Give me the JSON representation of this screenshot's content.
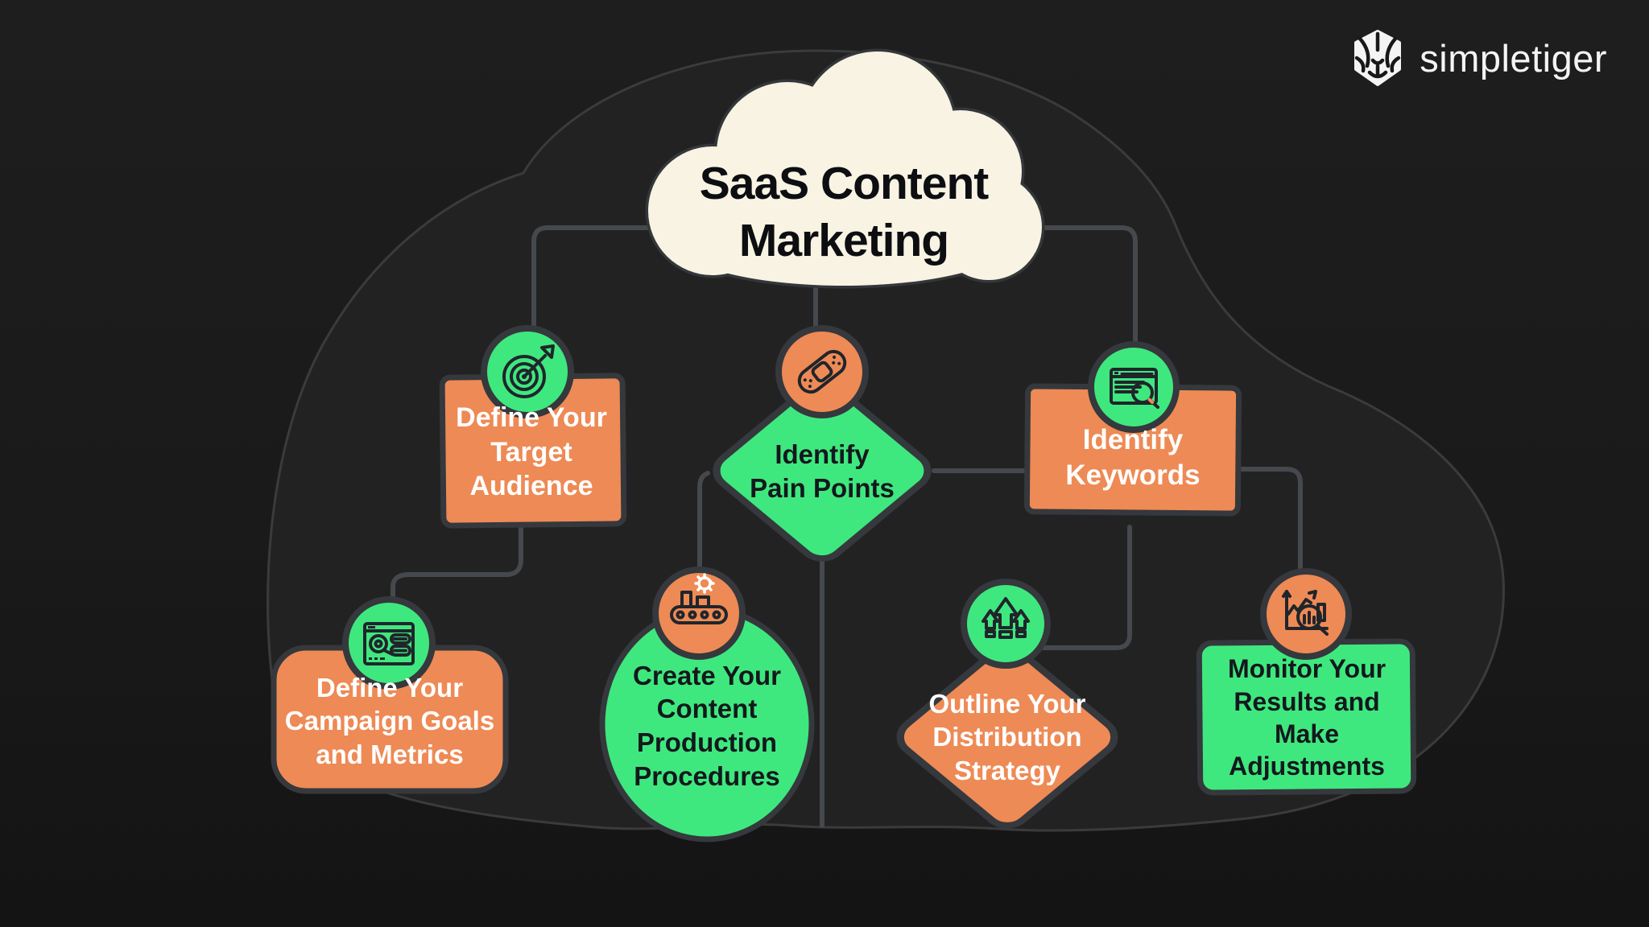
{
  "brand": {
    "name": "simpletiger",
    "logo_icon": "lion-icon"
  },
  "cloud": {
    "title": "SaaS Content\nMarketing"
  },
  "nodes": [
    {
      "id": "define-target-audience",
      "label": "Define Your\nTarget\nAudience",
      "shape": "square",
      "fill": "orange",
      "icon": "target-arrow-icon"
    },
    {
      "id": "identify-pain-points",
      "label": "Identify\nPain Points",
      "shape": "diamond",
      "fill": "green",
      "icon": "bandage-icon"
    },
    {
      "id": "identify-keywords",
      "label": "Identify\nKeywords",
      "shape": "rectangle",
      "fill": "orange",
      "icon": "webpage-magnifier-icon"
    },
    {
      "id": "define-campaign-goals-metrics",
      "label": "Define Your\nCampaign Goals\nand Metrics",
      "shape": "rounded-rectangle",
      "fill": "orange",
      "icon": "kpi-dashboard-icon"
    },
    {
      "id": "create-content-production",
      "label": "Create Your\nContent\nProduction\nProcedures",
      "shape": "oval",
      "fill": "green",
      "icon": "conveyor-gear-icon"
    },
    {
      "id": "outline-distribution-strategy",
      "label": "Outline Your\nDistribution\nStrategy",
      "shape": "diamond",
      "fill": "orange",
      "icon": "growth-arrows-icon"
    },
    {
      "id": "monitor-results-adjustments",
      "label": "Monitor Your\nResults and\nMake\nAdjustments",
      "shape": "rounded-rectangle",
      "fill": "green",
      "icon": "chart-magnifier-icon"
    }
  ],
  "colors": {
    "background": "#1a1a1a",
    "blob_fill": "#222222",
    "orange": "#ee8a55",
    "green": "#3fe87e",
    "cloud": "#f8f3e3",
    "shape_outline": "#35383c",
    "connector": "#45484c",
    "text_dark": "#14181d",
    "text_light": "#ffffff"
  }
}
